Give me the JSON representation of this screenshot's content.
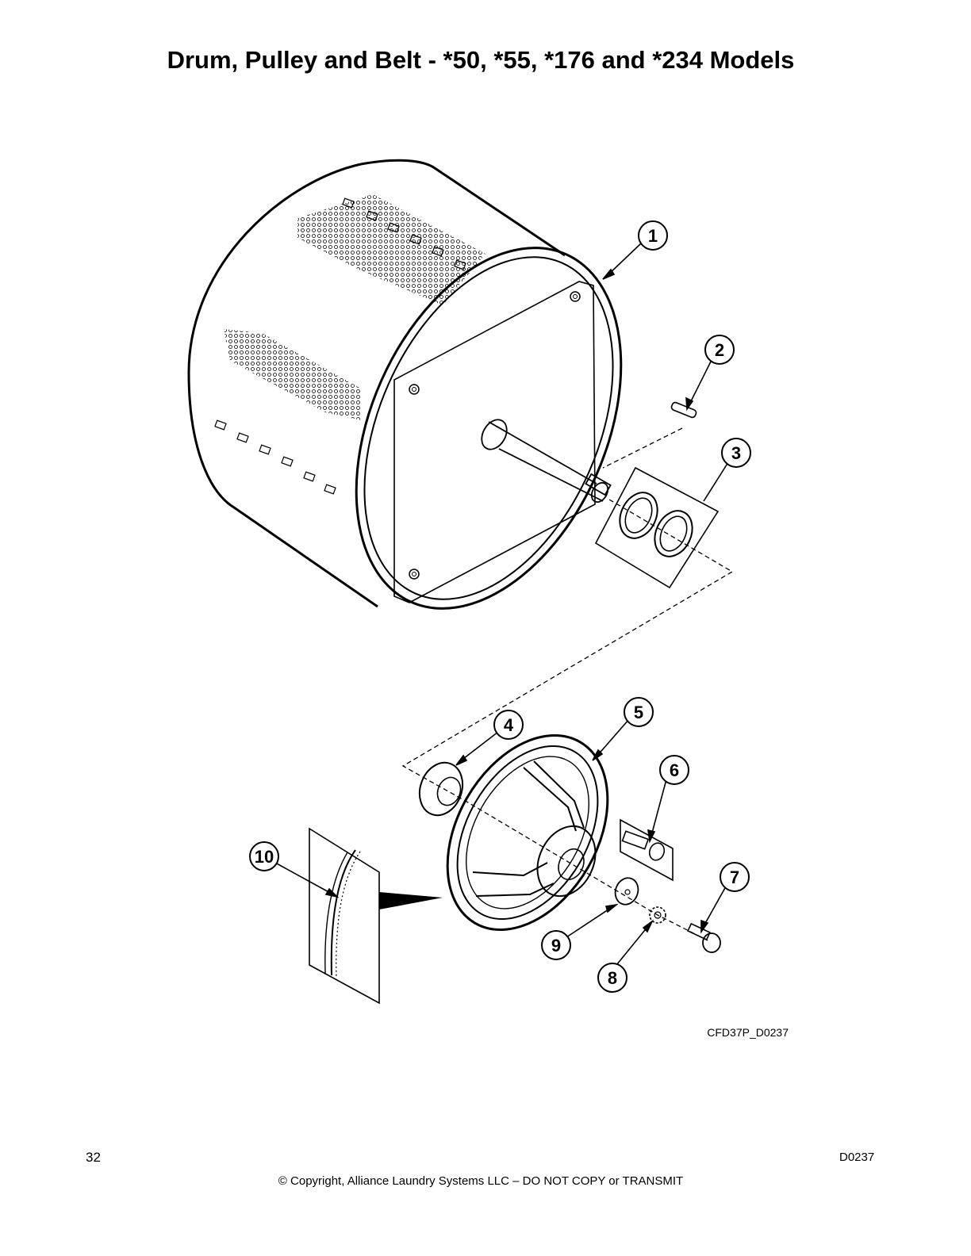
{
  "page": {
    "title": "Drum, Pulley and Belt - *50, *55, *176 and *234 Models"
  },
  "diagram": {
    "callouts": [
      {
        "number": "1",
        "part": "drum"
      },
      {
        "number": "2",
        "part": "key"
      },
      {
        "number": "3",
        "part": "shims"
      },
      {
        "number": "4",
        "part": "bushing"
      },
      {
        "number": "5",
        "part": "pulley"
      },
      {
        "number": "6",
        "part": "bushing-screw"
      },
      {
        "number": "7",
        "part": "bolt"
      },
      {
        "number": "8",
        "part": "lock-washer"
      },
      {
        "number": "9",
        "part": "flat-washer"
      },
      {
        "number": "10",
        "part": "belt"
      }
    ],
    "reference_code": "CFD37P_D0237"
  },
  "footer": {
    "page_number": "32",
    "copyright": "© Copyright, Alliance Laundry Systems LLC – DO NOT COPY or TRANSMIT",
    "doc_code": "D0237"
  }
}
